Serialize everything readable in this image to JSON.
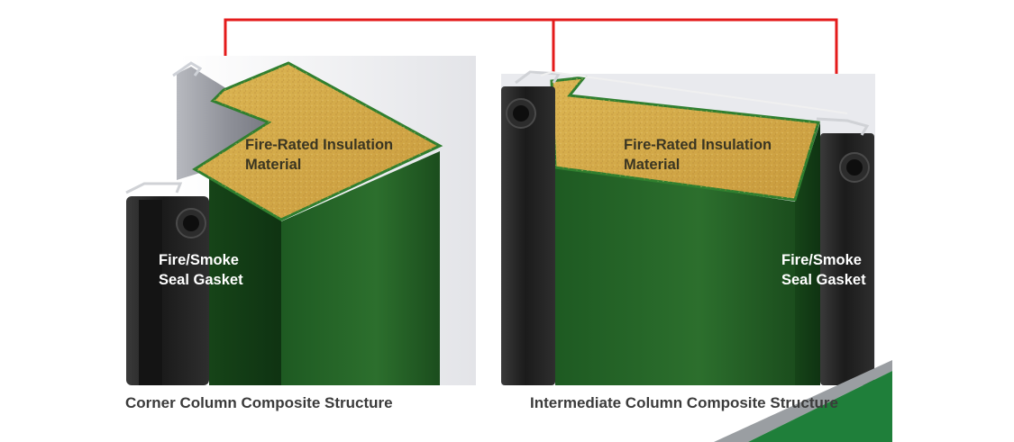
{
  "colors": {
    "green_body": "#2a6a2a",
    "green_dark": "#143d16",
    "insulation": "#d2a84a",
    "gasket": "#222222",
    "connector_line": "#e41b1b",
    "accent_green": "#1f7f3a"
  },
  "left_panel": {
    "insulation_label": [
      "Fire-Rated Insulation",
      "Material"
    ],
    "gasket_label": [
      "Fire/Smoke",
      "Seal Gasket"
    ],
    "caption": "Corner Column Composite Structure"
  },
  "right_panel": {
    "insulation_label": [
      "Fire-Rated Insulation",
      "Material"
    ],
    "gasket_label": [
      "Fire/Smoke",
      "Seal Gasket"
    ],
    "caption": "Intermediate Column Composite Structure"
  }
}
